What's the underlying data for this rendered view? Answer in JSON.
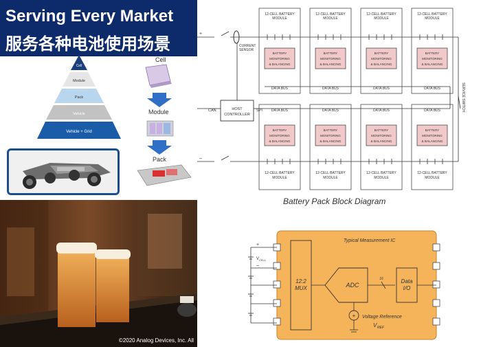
{
  "title": {
    "en": "Serving Every Market",
    "cn": "服务各种电池使用场景"
  },
  "pyramid": [
    "Cell",
    "Module",
    "Pack",
    "Vehicle",
    "Vehicle + Grid"
  ],
  "flow": [
    "Cell",
    "Module",
    "Pack"
  ],
  "copyright": "©2020 Analog Devices, Inc. All",
  "block_diagram": {
    "caption": "Battery Pack Block Diagram",
    "module_title_1": "12-CELL BATTERY",
    "module_title_2": "MODULE",
    "monitor_1": "BATTERY",
    "monitor_2": "MONITORING",
    "monitor_3": "& BALANCING",
    "data_bus": "DATA BUS",
    "current_sensor_1": "CURRENT",
    "current_sensor_2": "SENSOR",
    "host_1": "HOST",
    "host_2": "CONTROLLER",
    "can": "CAN",
    "spi": "SPI",
    "service_switch": "SERVICE SWITCH",
    "plus": "+",
    "minus": "–"
  },
  "ic_diagram": {
    "title": "Typical Measurement IC",
    "mux_1": "12:2",
    "mux_2": "MUX",
    "adc": "ADC",
    "bits": "16",
    "dio_1": "Data",
    "dio_2": "I/O",
    "vref_1": "Voltage Reference",
    "vref_2": "V",
    "vref_sub": "REF",
    "vcell": "V",
    "vcell_sub": "CELL",
    "plus": "+",
    "minus": "–"
  },
  "colors": {
    "title_bg": "#0d2a6b",
    "monitor_fill": "#f2c9c9",
    "ic_fill": "#f5b35a",
    "frame_blue": "#1d4e8c"
  }
}
